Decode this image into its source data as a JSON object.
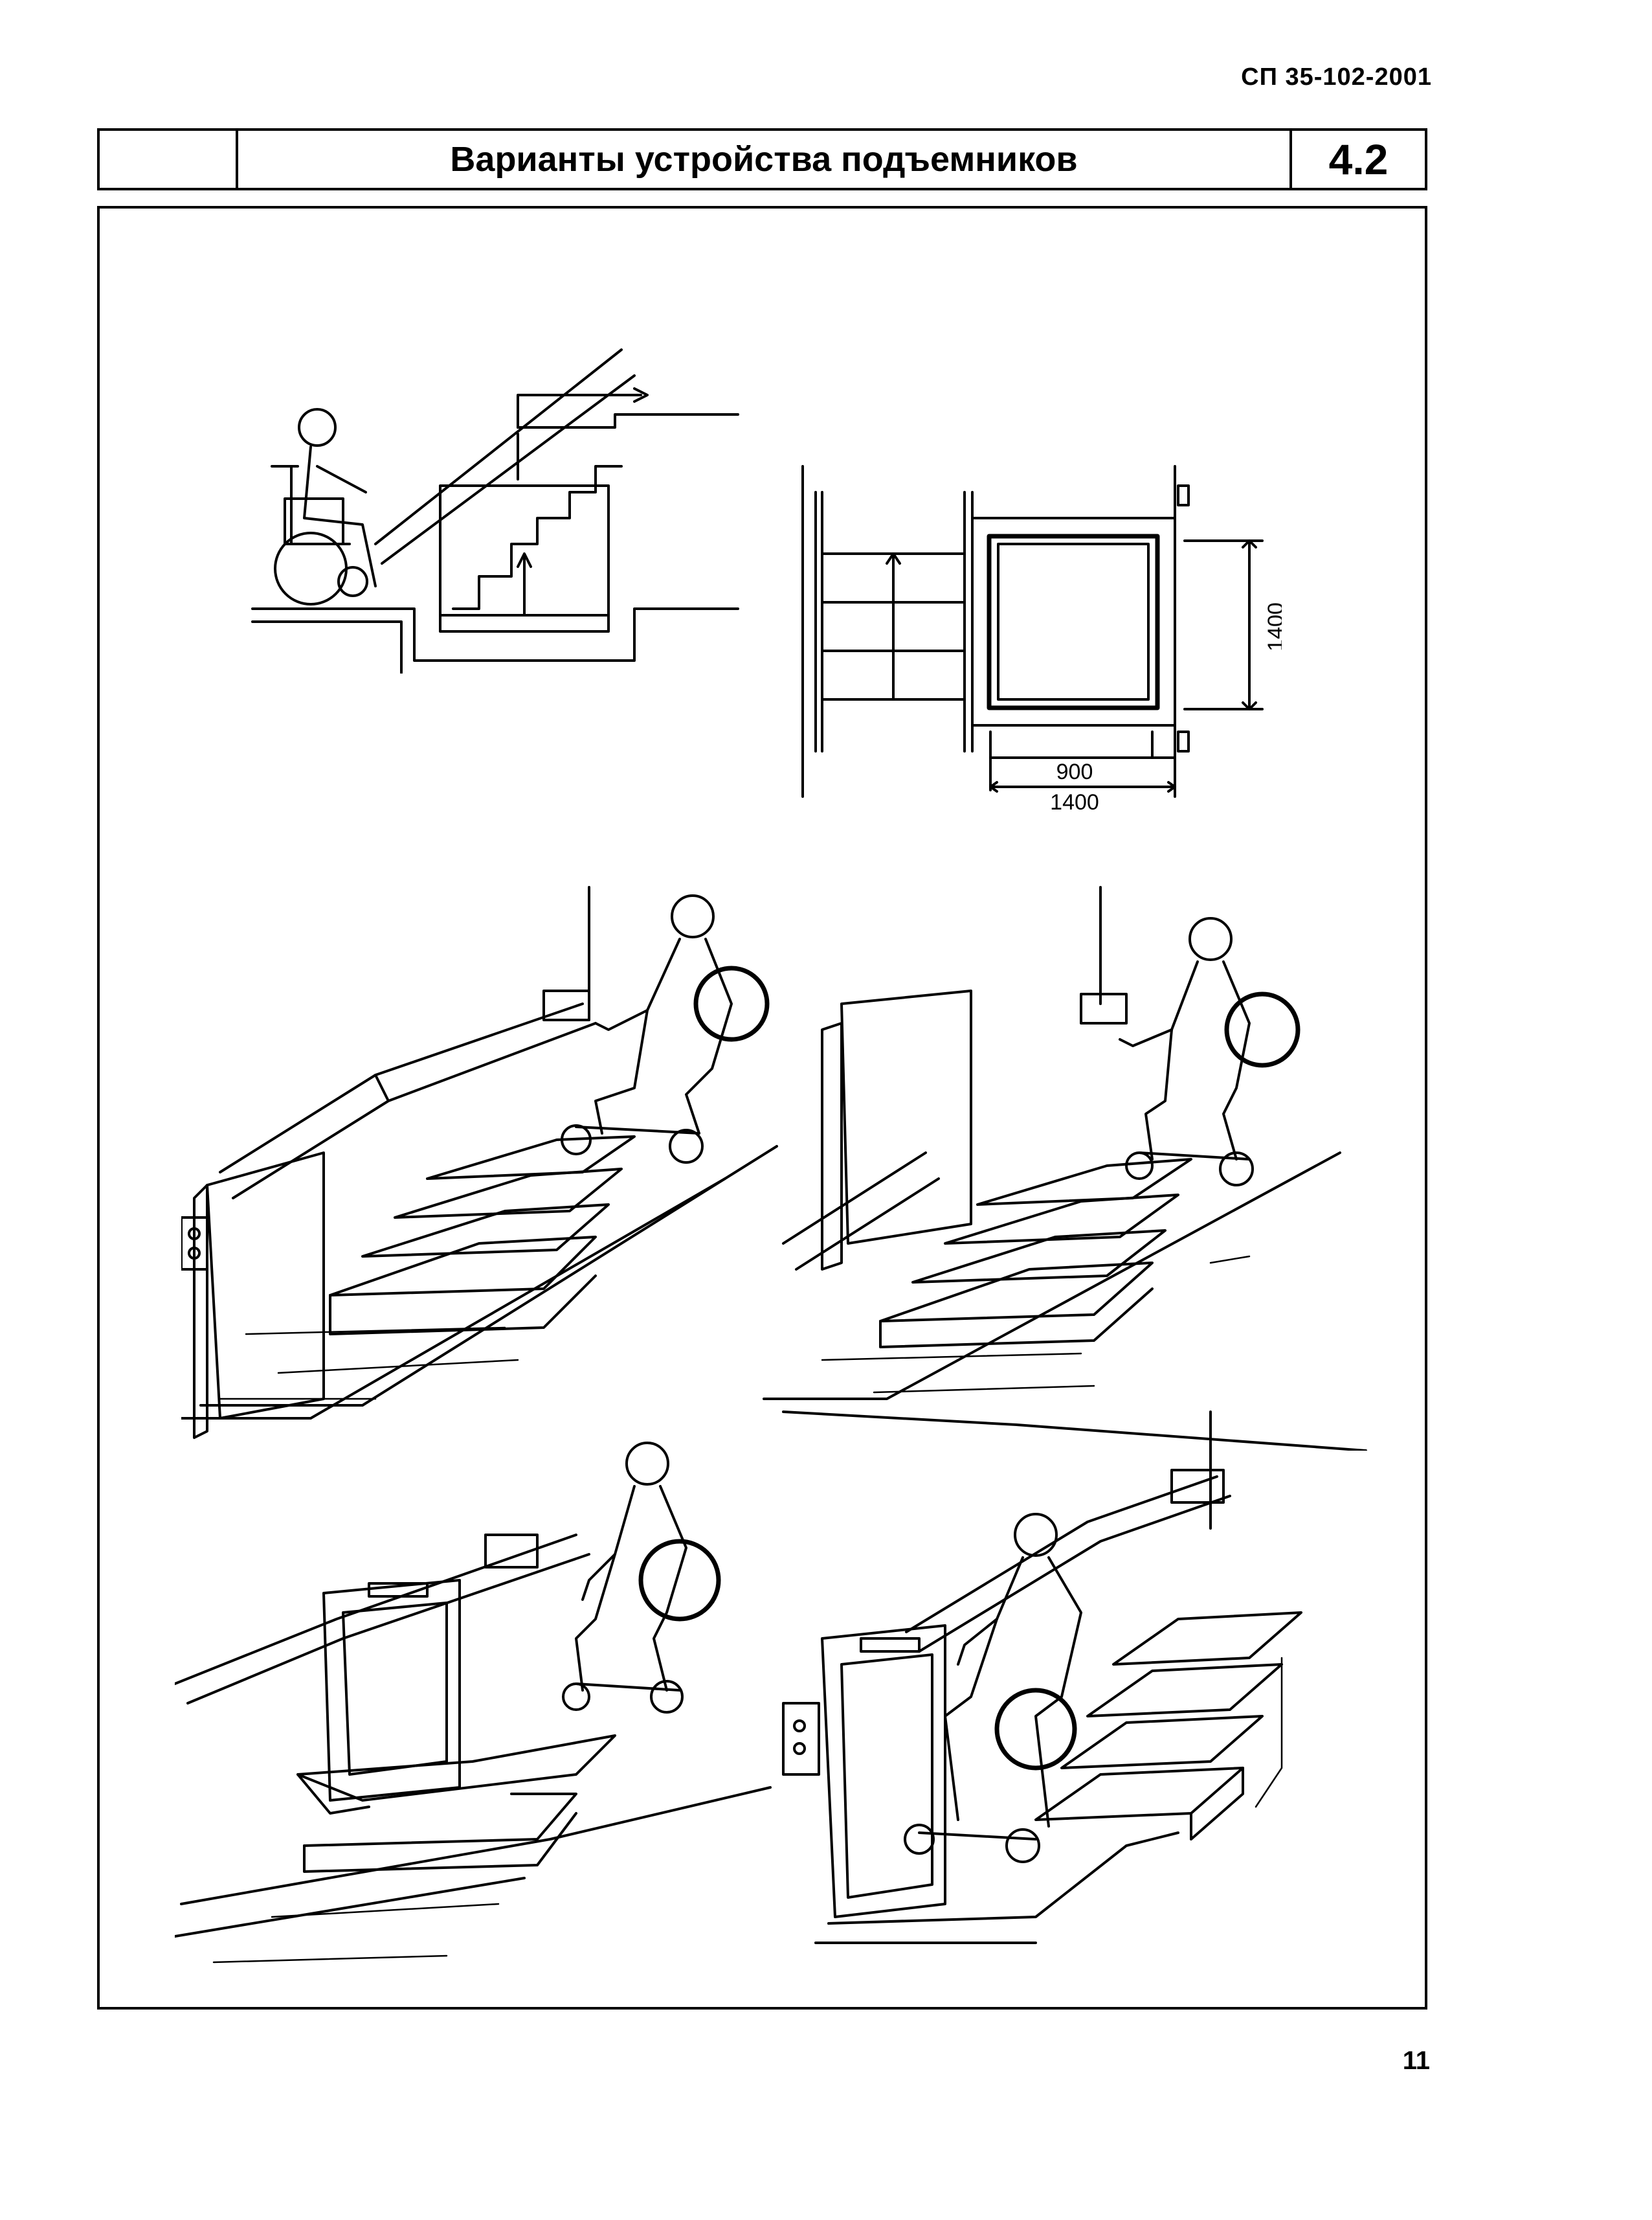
{
  "header": {
    "doc_code": "СП 35-102-2001"
  },
  "title_block": {
    "title": "Варианты устройства подъемников",
    "section_number": "4.2"
  },
  "plan_dimensions": {
    "depth": "1400",
    "width_inner": "900",
    "width_outer": "1400"
  },
  "footer": {
    "page_number": "11"
  }
}
